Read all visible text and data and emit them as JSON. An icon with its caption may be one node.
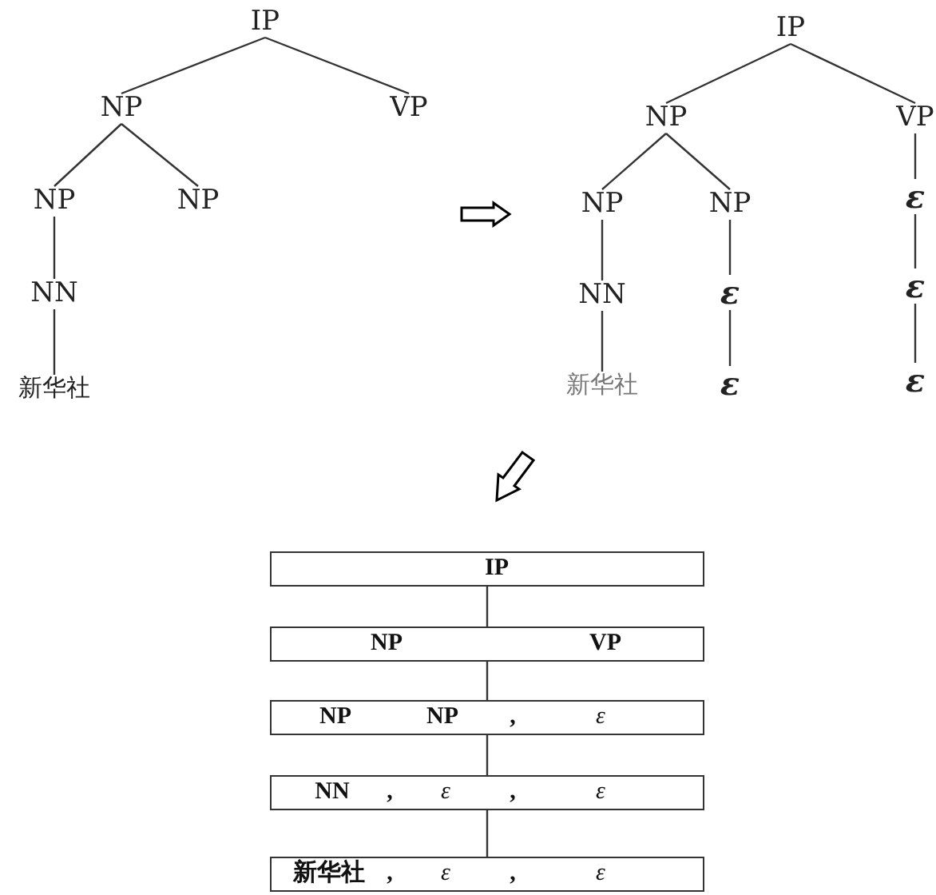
{
  "diagram": {
    "nodes": [
      {
        "text": [
          "IP"
        ]
      },
      {
        "text": [
          "NP"
        ]
      },
      {
        "text": [
          "VP"
        ]
      },
      {
        "text": [
          "NP"
        ]
      },
      {
        "text": [
          "NP"
        ]
      },
      {
        "text": [
          "NN"
        ]
      },
      {
        "text": [
          "新华社"
        ]
      },
      {
        "text": [
          "IP"
        ]
      },
      {
        "text": [
          "NP"
        ]
      },
      {
        "text": [
          "VP"
        ]
      },
      {
        "text": [
          "NP"
        ]
      },
      {
        "text": [
          "NP"
        ]
      },
      {
        "text": [
          "NN"
        ]
      },
      {
        "text": [
          "ε"
        ]
      },
      {
        "text": [
          "新华社"
        ]
      },
      {
        "text": [
          "ε"
        ]
      },
      {
        "text": [
          "ε"
        ]
      },
      {
        "text": [
          "ε"
        ]
      },
      {
        "text": [
          "ε"
        ]
      },
      {
        "text": [
          "IP"
        ]
      },
      {
        "text": [
          "NP",
          "VP"
        ]
      },
      {
        "text": [
          "NP",
          "NP",
          ",",
          "ε"
        ]
      },
      {
        "text": [
          "NN",
          ",",
          "ε",
          ",",
          "ε"
        ]
      },
      {
        "text": [
          "新华社",
          ",",
          "ε",
          ",",
          "ε"
        ]
      }
    ],
    "edges": [
      {
        "from": 0,
        "to": 1,
        "arrow": "none"
      },
      {
        "from": 0,
        "to": 2,
        "arrow": "none"
      },
      {
        "from": 1,
        "to": 3,
        "arrow": "none"
      },
      {
        "from": 1,
        "to": 4,
        "arrow": "none"
      },
      {
        "from": 3,
        "to": 5,
        "arrow": "none"
      },
      {
        "from": 5,
        "to": 6,
        "arrow": "none"
      },
      {
        "from": 7,
        "to": 8,
        "arrow": "none"
      },
      {
        "from": 7,
        "to": 9,
        "arrow": "none"
      },
      {
        "from": 8,
        "to": 10,
        "arrow": "none"
      },
      {
        "from": 8,
        "to": 11,
        "arrow": "none"
      },
      {
        "from": 10,
        "to": 12,
        "arrow": "none"
      },
      {
        "from": 12,
        "to": 14,
        "arrow": "none"
      },
      {
        "from": 11,
        "to": 13,
        "arrow": "none"
      },
      {
        "from": 13,
        "to": 15,
        "arrow": "none"
      },
      {
        "from": 9,
        "to": 16,
        "arrow": "none"
      },
      {
        "from": 16,
        "to": 17,
        "arrow": "none"
      },
      {
        "from": 17,
        "to": 18,
        "arrow": "none"
      },
      {
        "from": 19,
        "to": 20,
        "arrow": "none"
      },
      {
        "from": 20,
        "to": 21,
        "arrow": "none"
      },
      {
        "from": 21,
        "to": 22,
        "arrow": "none"
      },
      {
        "from": 22,
        "to": 23,
        "arrow": "none"
      }
    ]
  }
}
